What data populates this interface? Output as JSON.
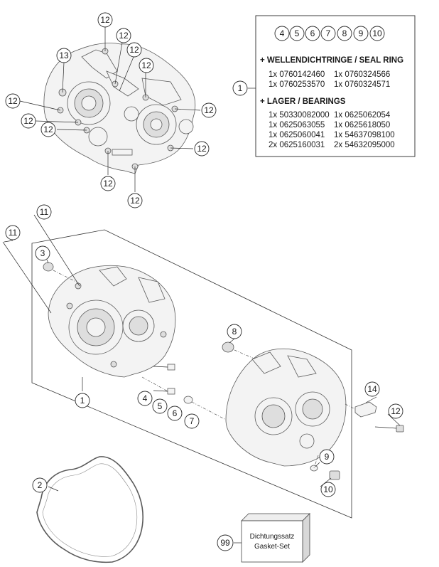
{
  "top_callouts": [
    "12",
    "12",
    "12",
    "13",
    "12",
    "12",
    "12",
    "12",
    "12",
    "12",
    "12",
    "12"
  ],
  "info_box": {
    "numbers": [
      "4",
      "5",
      "6",
      "7",
      "8",
      "9",
      "10"
    ],
    "callout": "1",
    "seal_heading": "+ WELLENDICHTRINGE / SEAL RING",
    "seal_rows": [
      [
        "1x 0760142460",
        "1x 0760324566"
      ],
      [
        "1x 0760253570",
        "1x 0760324571"
      ]
    ],
    "bearing_heading": "+ LAGER / BEARINGS",
    "bearing_rows": [
      [
        "1x 50330082000",
        "1x 0625062054"
      ],
      [
        "1x 0625063055",
        "1x 0625618050"
      ],
      [
        "1x 0625060041",
        "1x 54637098100"
      ],
      [
        "2x 0625160031",
        "2x 54632095000"
      ]
    ]
  },
  "lower_callouts": {
    "c11a": "11",
    "c11b": "11",
    "c3": "3",
    "c1": "1",
    "c8": "8",
    "c4": "4",
    "c5": "5",
    "c6": "6",
    "c7": "7",
    "c14": "14",
    "c12": "12",
    "c9": "9",
    "c10": "10",
    "c2": "2",
    "c99": "99"
  },
  "gasket_set": {
    "line1": "Dichtungssatz",
    "line2": "Gasket-Set"
  }
}
